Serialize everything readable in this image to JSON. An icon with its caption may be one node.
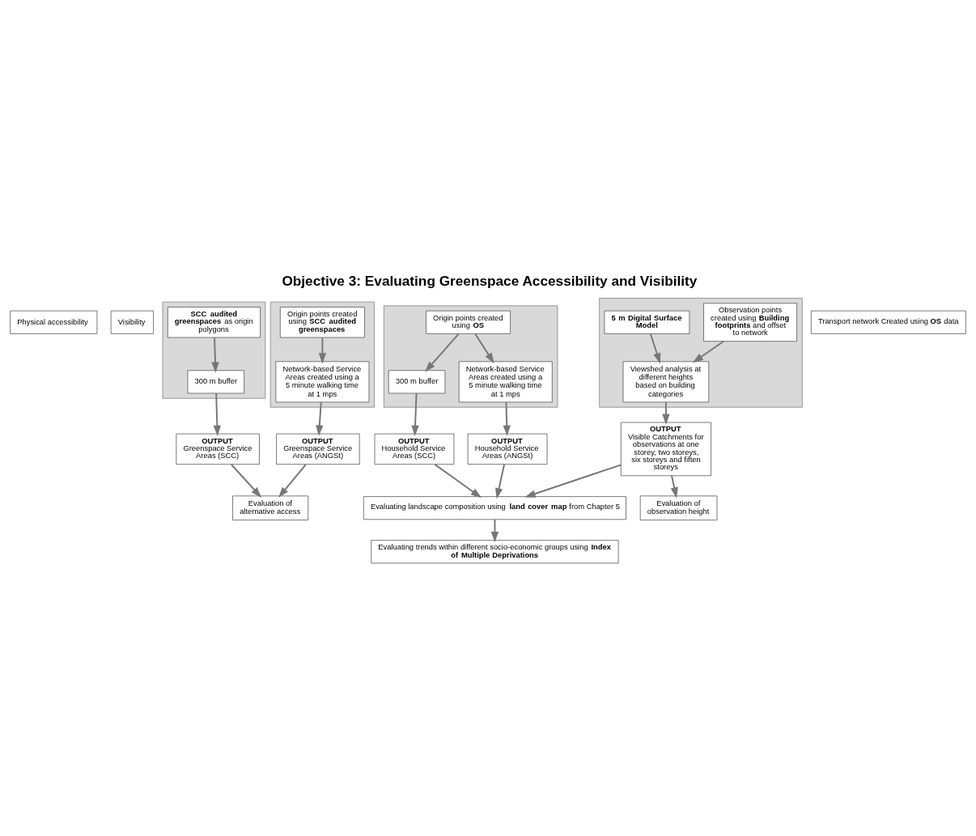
{
  "diagram": {
    "title": "Objective 3: Evaluating Greenspace Accessibility and Visibility",
    "nodes": [
      {
        "text": [
          "Physical accessibility"
        ]
      },
      {
        "text": [
          "Visibility"
        ]
      },
      {
        "text": [],
        "shape": "box"
      },
      {
        "text": [],
        "shape": "box"
      },
      {
        "text": [],
        "shape": "box"
      },
      {
        "text": [],
        "shape": "box"
      },
      {
        "text": [
          "Transport network Created using **OS** data"
        ]
      },
      {
        "text": [
          "**SCC audited greenspaces** as origin polygons"
        ],
        "in": 2
      },
      {
        "text": [
          "300 m buffer"
        ],
        "in": 2
      },
      {
        "text": [
          "Origin points created using **SCC audited greenspaces**"
        ],
        "in": 3
      },
      {
        "text": [
          "Network-based Service Areas created using a 5 minute walking time at 1 mps"
        ],
        "in": 3
      },
      {
        "text": [
          "Origin points created using **OS**"
        ],
        "in": 4
      },
      {
        "text": [
          "300 m buffer"
        ],
        "in": 4
      },
      {
        "text": [
          "Network-based Service Areas created using a 5 minute walking time at 1 mps"
        ],
        "in": 4
      },
      {
        "text": [
          "Observation points created using **Building footprints** and offset to network"
        ],
        "in": 5
      },
      {
        "text": [
          "5 m Digital Surface Model"
        ],
        "in": 5
      },
      {
        "text": [
          "Viewshed analysis at different heights based on building categories"
        ],
        "in": 5
      },
      {
        "text": [
          "OUTPUT",
          "Greenspace Service Areas (SCC)"
        ]
      },
      {
        "text": [
          "OUTPUT",
          "Greenspace Service Areas (ANGSt)"
        ]
      },
      {
        "text": [
          "OUTPUT",
          "Household Service Areas (SCC)"
        ]
      },
      {
        "text": [
          "OUTPUT",
          "Household Service Areas (ANGSt)"
        ]
      },
      {
        "text": [
          "OUTPUT",
          "Visible Catchments for observations at one storey, two storeys, six storeys and fiften storeys"
        ]
      },
      {
        "text": [
          "Evaluation of alternative access"
        ]
      },
      {
        "text": [
          "Evaluation of observation height"
        ]
      },
      {
        "text": [
          "Evaluating landscape composition using **land cover map** from Chapter 5"
        ]
      },
      {
        "text": [
          "Evaluating trends within different socio-economic groups using **Index of Multiple Deprivations**"
        ]
      }
    ],
    "edges": [
      {
        "from": 7,
        "to": 8,
        "arrow": "to"
      },
      {
        "from": 8,
        "to": 17,
        "arrow": "to"
      },
      {
        "from": 9,
        "to": 10,
        "arrow": "to"
      },
      {
        "from": 10,
        "to": 18,
        "arrow": "to"
      },
      {
        "from": 11,
        "to": 12,
        "arrow": "to"
      },
      {
        "from": 11,
        "to": 13,
        "arrow": "to"
      },
      {
        "from": 12,
        "to": 19,
        "arrow": "to"
      },
      {
        "from": 13,
        "to": 20,
        "arrow": "to"
      },
      {
        "from": 14,
        "to": 16,
        "arrow": "to"
      },
      {
        "from": 15,
        "to": 16,
        "arrow": "to"
      },
      {
        "from": 16,
        "to": 21,
        "arrow": "to"
      },
      {
        "from": 17,
        "to": 22,
        "arrow": "to"
      },
      {
        "from": 18,
        "to": 22,
        "arrow": "to"
      },
      {
        "from": 21,
        "to": 23,
        "arrow": "to"
      },
      {
        "from": 19,
        "to": 24,
        "arrow": "to"
      },
      {
        "from": 20,
        "to": 24,
        "arrow": "to"
      },
      {
        "from": 21,
        "to": 24,
        "arrow": "to"
      },
      {
        "from": 24,
        "to": 25,
        "arrow": "to"
      }
    ]
  }
}
